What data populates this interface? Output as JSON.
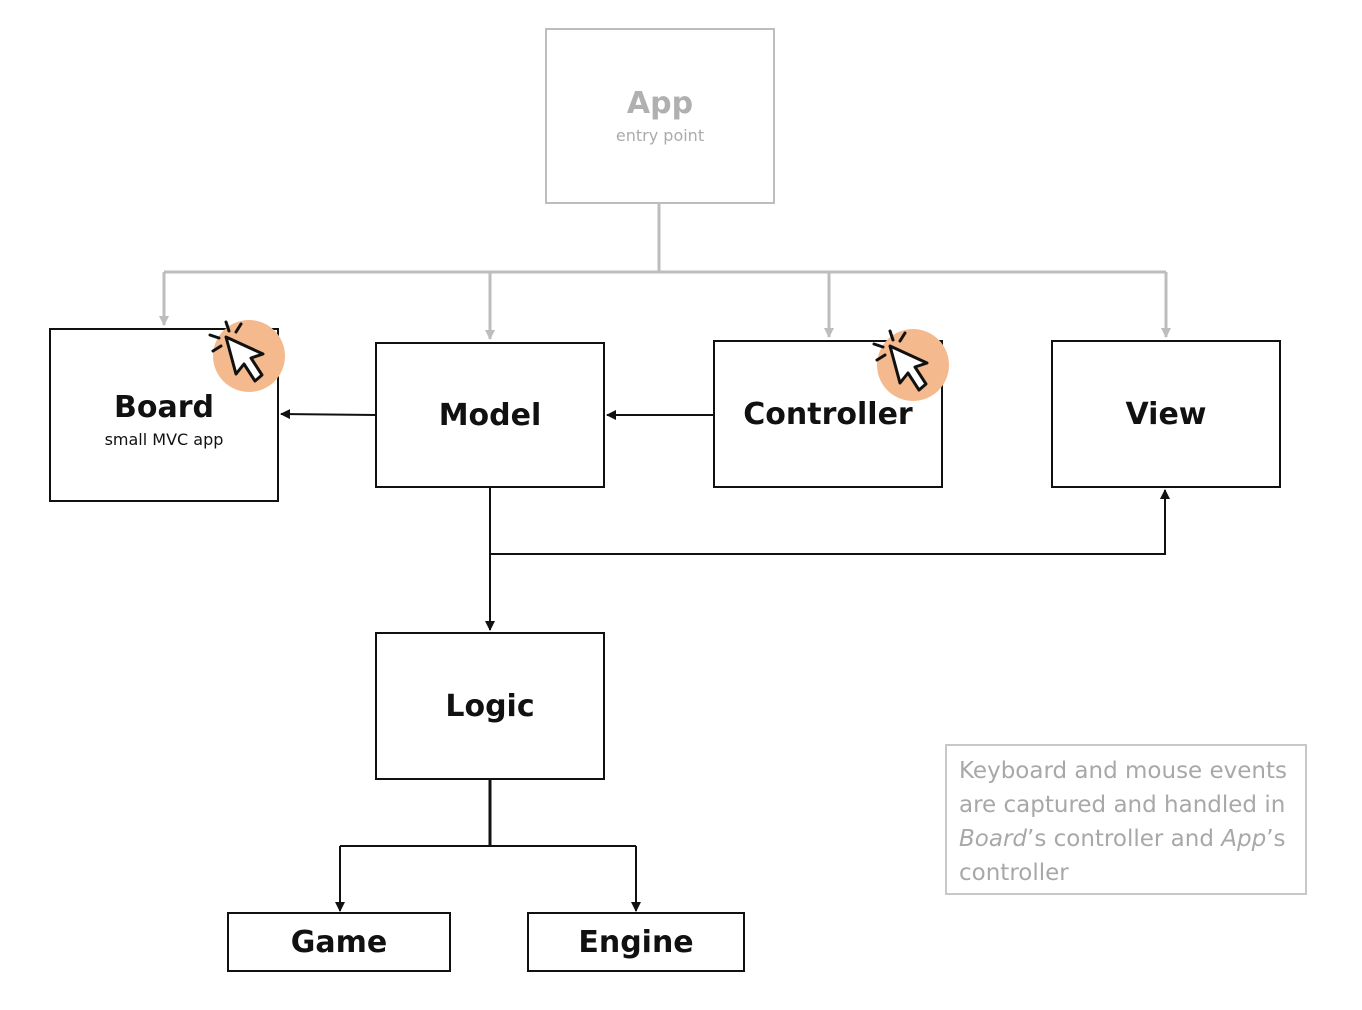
{
  "nodes": {
    "app": {
      "title": "App",
      "subtitle": "entry point"
    },
    "board": {
      "title": "Board",
      "subtitle": "small MVC app"
    },
    "model": {
      "title": "Model"
    },
    "controller": {
      "title": "Controller"
    },
    "view": {
      "title": "View"
    },
    "logic": {
      "title": "Logic"
    },
    "game": {
      "title": "Game"
    },
    "engine": {
      "title": "Engine"
    }
  },
  "note": {
    "line1": "Keyboard and mouse events",
    "line2": "are captured and handled in",
    "board_ref": "Board",
    "mid": "’s controller and ",
    "app_ref": "App",
    "suffix": "’s",
    "line4": "controller"
  },
  "icons": {
    "board_cursor": "mouse-click-cursor-icon",
    "controller_cursor": "mouse-click-cursor-icon"
  },
  "colors": {
    "stroke": "#111111",
    "faded_stroke": "#bdbdbd",
    "faded_text": "#b0b0b0",
    "cursor_badge": "#f5b98e"
  }
}
